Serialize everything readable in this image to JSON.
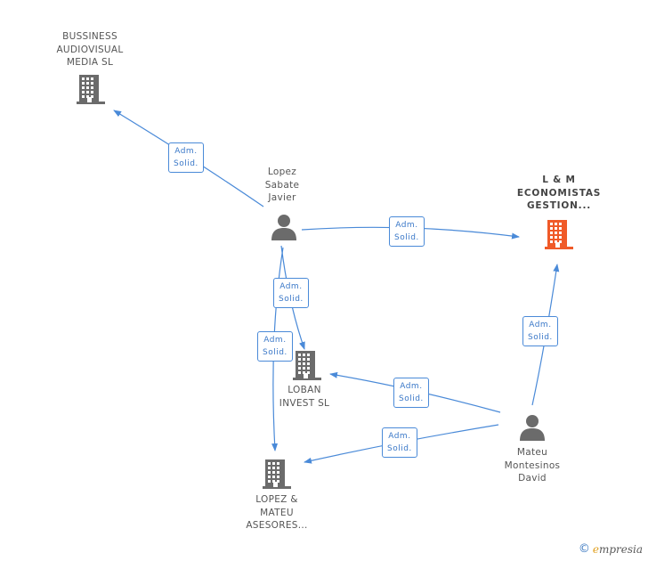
{
  "colors": {
    "edge": "#4a8ad8",
    "building": "#6b6b6b",
    "building_highlight": "#f05a28",
    "person": "#6b6b6b"
  },
  "nodes": {
    "bussiness": {
      "type": "company",
      "icon": "building-icon",
      "lines": [
        "BUSSINESS",
        "AUDIOVISUAL",
        "MEDIA SL"
      ]
    },
    "lm": {
      "type": "company",
      "icon": "building-icon",
      "highlight": true,
      "lines": [
        "L & M",
        "ECONOMISTAS",
        "GESTION..."
      ]
    },
    "loban": {
      "type": "company",
      "icon": "building-icon",
      "lines": [
        "LOBAN",
        "INVEST SL"
      ]
    },
    "lopez_mateu": {
      "type": "company",
      "icon": "building-icon",
      "lines": [
        "LOPEZ &",
        "MATEU",
        "ASESORES..."
      ]
    },
    "lopez": {
      "type": "person",
      "icon": "person-icon",
      "lines": [
        "Lopez",
        "Sabate",
        "Javier"
      ]
    },
    "mateu": {
      "type": "person",
      "icon": "person-icon",
      "lines": [
        "Mateu",
        "Montesinos",
        "David"
      ]
    }
  },
  "edges": [
    {
      "from": "lopez",
      "to": "bussiness",
      "label": [
        "Adm.",
        "Solid."
      ]
    },
    {
      "from": "lopez",
      "to": "lm",
      "label": [
        "Adm.",
        "Solid."
      ]
    },
    {
      "from": "lopez",
      "to": "loban",
      "label": [
        "Adm.",
        "Solid."
      ]
    },
    {
      "from": "lopez",
      "to": "lopez_mateu",
      "label": [
        "Adm.",
        "Solid."
      ]
    },
    {
      "from": "mateu",
      "to": "lm",
      "label": [
        "Adm.",
        "Solid."
      ]
    },
    {
      "from": "mateu",
      "to": "loban",
      "label": [
        "Adm.",
        "Solid."
      ]
    },
    {
      "from": "mateu",
      "to": "lopez_mateu",
      "label": [
        "Adm.",
        "Solid."
      ]
    }
  ],
  "footer": {
    "copyright": "©",
    "brand_initial": "e",
    "brand_rest": "mpresia"
  }
}
